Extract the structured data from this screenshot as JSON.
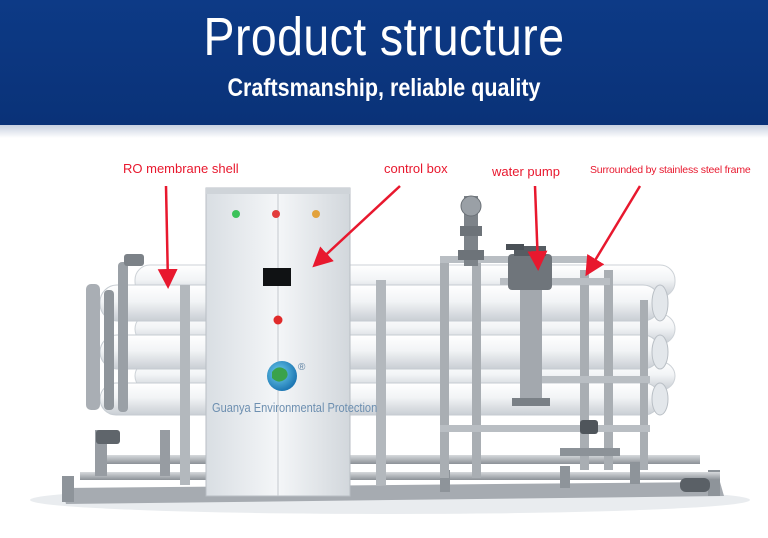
{
  "header": {
    "title": "Product structure",
    "subtitle": "Craftsmanship, reliable quality"
  },
  "labels": {
    "ro_membrane_shell": "RO membrane shell",
    "control_box": "control box",
    "water_pump": "water pump",
    "frame": "Surrounded by stainless steel frame"
  },
  "brand": {
    "name": "Guanya Environmental Protection",
    "registered_mark": "®"
  },
  "colors": {
    "banner": "#0a3278",
    "annotation": "#e8182e",
    "membrane": "#eef1f4",
    "frame": "#9a9fa6"
  }
}
